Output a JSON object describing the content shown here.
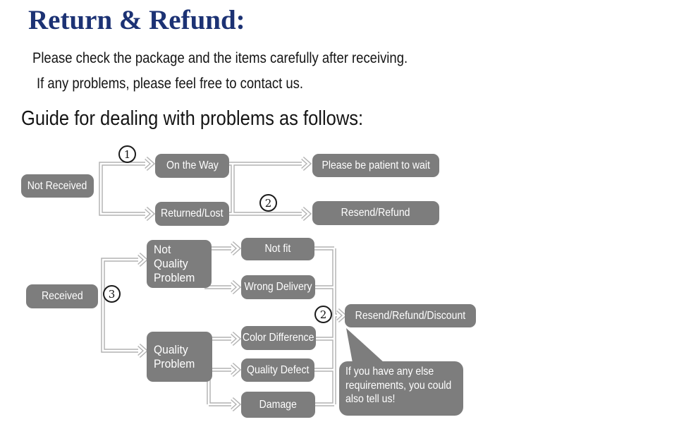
{
  "page": {
    "title": "Return & Refund:",
    "intro_line1": "Please check the package and the items carefully after receiving.",
    "intro_line2": "If any problems, please feel free to contact us.",
    "flow_heading": "Guide for dealing with problems as follows:"
  },
  "colors": {
    "title_navy": "#1c3274",
    "node_gray": "#7d7d7d",
    "node_text": "#ffffff",
    "connector_gray": "#b2b2b2",
    "body_text": "#141414",
    "background": "#ffffff"
  },
  "flowchart": {
    "nodes": {
      "not_received": "Not Received",
      "on_the_way": "On the Way",
      "returned_lost": "Returned/Lost",
      "please_wait": "Please be patient to wait",
      "resend_refund": "Resend/Refund",
      "received": "Received",
      "not_quality_problem": "Not Quality Problem",
      "not_fit": "Not fit",
      "wrong_delivery": "Wrong Delivery",
      "quality_problem": "Quality Problem",
      "color_difference": "Color Difference",
      "quality_defect": "Quality Defect",
      "damage": "Damage",
      "resend_refund_discount": "Resend/Refund/Discount"
    },
    "badges": {
      "step1": "1",
      "step2_top": "2",
      "step3": "3",
      "step2_bottom": "2"
    },
    "note_bubble": "If you have any else requirements, you could also tell us!"
  }
}
